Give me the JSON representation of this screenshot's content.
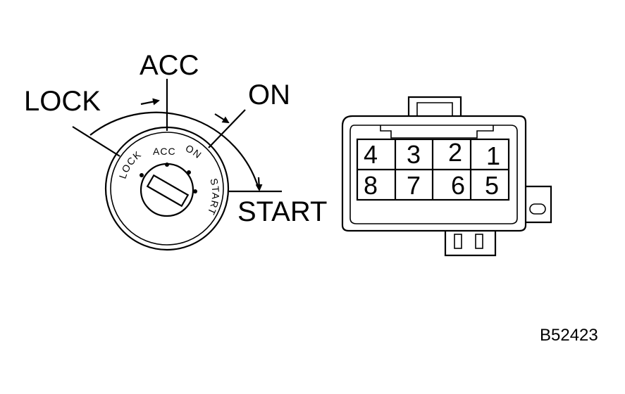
{
  "switch": {
    "labels": {
      "lock": "LOCK",
      "acc": "ACC",
      "on": "ON",
      "start": "START"
    },
    "face": {
      "lock": "LOCK",
      "acc": "ACC",
      "on": "ON",
      "start": "START"
    }
  },
  "connector": {
    "pins_top": [
      "4",
      "3",
      "2",
      "1"
    ],
    "pins_bottom": [
      "8",
      "7",
      "6",
      "5"
    ]
  },
  "figure_code": "B52423"
}
